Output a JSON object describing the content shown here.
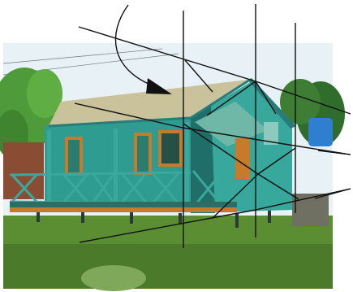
{
  "figure": {
    "type": "photo-annotation-diagram",
    "photo_subject": "house-photo",
    "lines": "annotation-lines",
    "arrow": "curved-arrow"
  },
  "colors": {
    "sky": "#eaf3f6",
    "tree_left": "#4f9a3a",
    "tree_right": "#2f6d2c",
    "roof": "#c9c29a",
    "roof_trim": "#2a7c7a",
    "walls": "#2f9c92",
    "walls_dark": "#1f6e69",
    "door_orange": "#c77b2a",
    "railing": "#3aa89d",
    "grass": "#5b8d33",
    "grass_dark": "#3f6b22",
    "ground": "#8c8a6a",
    "barrel": "#2e7fd0",
    "lines": "#111111"
  }
}
